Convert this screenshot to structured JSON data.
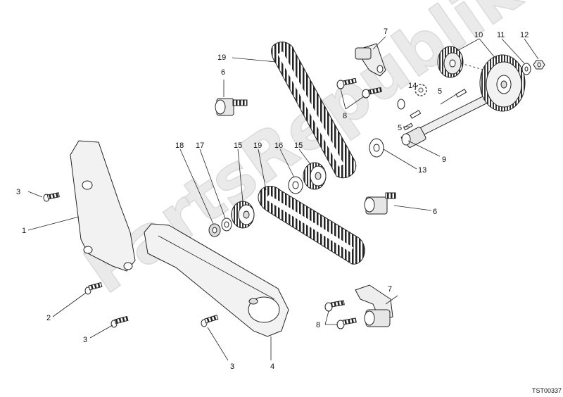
{
  "watermark": "PartsRepublik",
  "drawing_code": "TST00337",
  "callouts": {
    "c1": "1",
    "c2": "2",
    "c3a": "3",
    "c3b": "3",
    "c3c": "3",
    "c4": "4",
    "c5a": "5",
    "c5b": "5",
    "c6a": "6",
    "c6b": "6",
    "c7a": "7",
    "c7b": "7",
    "c8a": "8",
    "c8b": "8",
    "c9": "9",
    "c10": "10",
    "c11": "11",
    "c12": "12",
    "c13": "13",
    "c14": "14",
    "c15a": "15",
    "c15b": "15",
    "c16": "16",
    "c17": "17",
    "c18": "18",
    "c19a": "19",
    "c19b": "19"
  }
}
